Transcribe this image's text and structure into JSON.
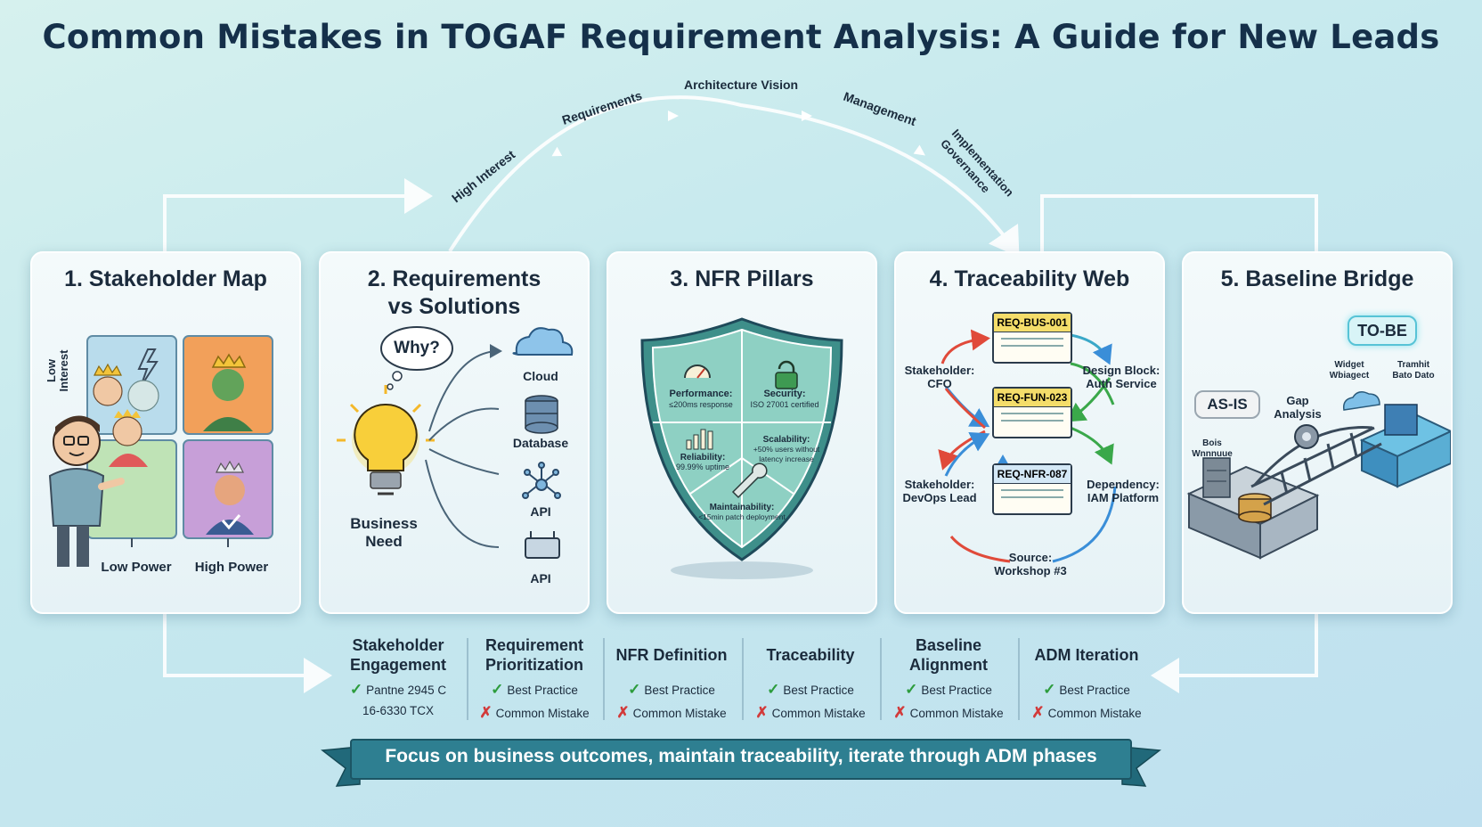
{
  "title": "Common Mistakes in TOGAF Requirement Analysis: A Guide for New Leads",
  "flow_arc": {
    "labels": [
      "High Interest",
      "Requirements",
      "Architecture Vision",
      "Management",
      "Implementation Governance"
    ]
  },
  "panels": [
    {
      "title": "1. Stakeholder Map",
      "axis_label": "Low Interest",
      "x_labels": [
        "Low Power",
        "High Power"
      ]
    },
    {
      "title": "2. Requirements vs Solutions",
      "question": "Why?",
      "source": "Business Need",
      "options": [
        "Cloud",
        "Database",
        "API",
        "API"
      ]
    },
    {
      "title": "3. NFR Pillars",
      "pillars": [
        {
          "name": "Performance:",
          "detail": "≤200ms response"
        },
        {
          "name": "Security:",
          "detail": "ISO 27001 certified"
        },
        {
          "name": "Reliability:",
          "detail": "99.99% uptime"
        },
        {
          "name": "Scalability:",
          "detail": "+50% users without latency increase"
        },
        {
          "name": "Maintainability:",
          "detail": "<15min patch deployment"
        }
      ]
    },
    {
      "title": "4. Traceability Web",
      "requirements": [
        "REQ-BUS-001",
        "REQ-FUN-023",
        "REQ-NFR-087"
      ],
      "left_nodes": [
        "Stakeholder: CFO",
        "Stakeholder: DevOps Lead"
      ],
      "right_nodes": [
        "Design Block: Auth Service",
        "Dependency: IAM Platform"
      ],
      "source": "Source: Workshop #3"
    },
    {
      "title": "5. Baseline Bridge",
      "as_is": "AS-IS",
      "to_be": "TO-BE",
      "gap": "Gap Analysis",
      "left_label": "Bois Wnnnuue",
      "top_labels": [
        "Widget Wbiagect",
        "Tramhit Bato Dato"
      ]
    }
  ],
  "categories": [
    {
      "name": "Stakeholder Engagement",
      "row1": "Pantne 2945 C",
      "row2": "16-6330 TCX"
    },
    {
      "name": "Requirement Prioritization",
      "row1": "Best Practice",
      "row2": "Common Mistake"
    },
    {
      "name": "NFR Definition",
      "row1": "Best Practice",
      "row2": "Common Mistake"
    },
    {
      "name": "Traceability",
      "row1": "Best Practice",
      "row2": "Common Mistake"
    },
    {
      "name": "Baseline Alignment",
      "row1": "Best Practice",
      "row2": "Common Mistake"
    },
    {
      "name": "ADM Iteration",
      "row1": "Best Practice",
      "row2": "Common Mistake"
    }
  ],
  "banner": "Focus on business outcomes, maintain traceability, iterate through ADM phases",
  "colors": {
    "title": "#15304a",
    "check": "#2c9c3c",
    "cross": "#d23a3a",
    "banner": "#2e7f91",
    "flow": "#ffffff"
  }
}
